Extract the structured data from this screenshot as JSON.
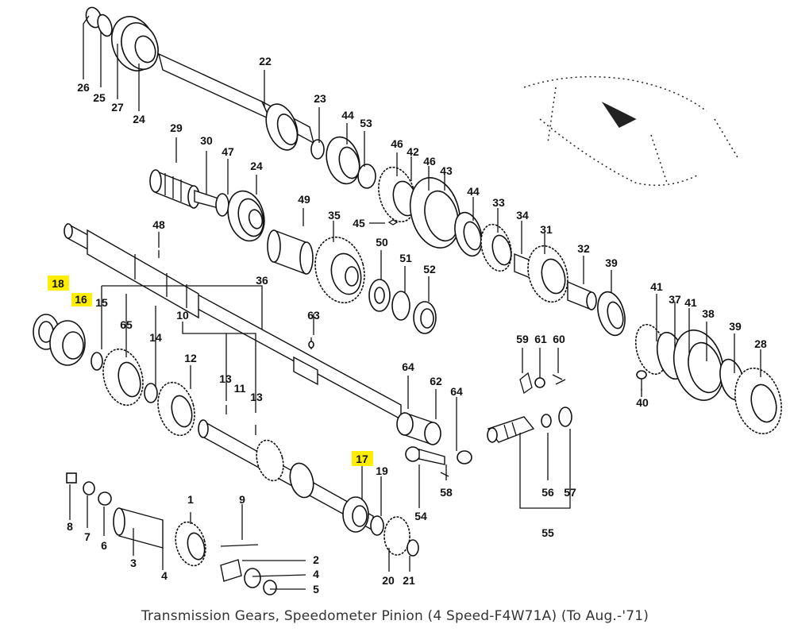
{
  "caption": "Transmission Gears, Speedometer Pinion (4 Speed-F4W71A) (To Aug.-'71)",
  "highlight_color": "#ffee00",
  "labels": {
    "l26": "26",
    "l25": "25",
    "l27": "27",
    "l24a": "24",
    "l22": "22",
    "l23": "23",
    "l44a": "44",
    "l53": "53",
    "l29": "29",
    "l30": "30",
    "l47": "47",
    "l24b": "24",
    "l46a": "46",
    "l42": "42",
    "l46b": "46",
    "l43": "43",
    "l49": "49",
    "l35": "35",
    "l45": "45",
    "l44b": "44",
    "l33": "33",
    "l34": "34",
    "l31": "31",
    "l48": "48",
    "l50": "50",
    "l51": "51",
    "l52": "52",
    "l32": "32",
    "l39a": "39",
    "l18": "18",
    "l16": "16",
    "l15": "15",
    "l65": "65",
    "l10": "10",
    "l36": "36",
    "l63": "63",
    "l41a": "41",
    "l37": "37",
    "l41b": "41",
    "l38": "38",
    "l39b": "39",
    "l28": "28",
    "l14": "14",
    "l12": "12",
    "l13a": "13",
    "l11": "11",
    "l13b": "13",
    "l59": "59",
    "l61": "61",
    "l60": "60",
    "l40": "40",
    "l64a": "64",
    "l62": "62",
    "l64b": "64",
    "l17": "17",
    "l19": "19",
    "l58": "58",
    "l54": "54",
    "l56": "56",
    "l57": "57",
    "l55": "55",
    "l8": "8",
    "l7": "7",
    "l6": "6",
    "l3": "3",
    "l4a": "4",
    "l1": "1",
    "l9": "9",
    "l2": "2",
    "l4b": "4",
    "l5": "5",
    "l20": "20",
    "l21": "21"
  }
}
